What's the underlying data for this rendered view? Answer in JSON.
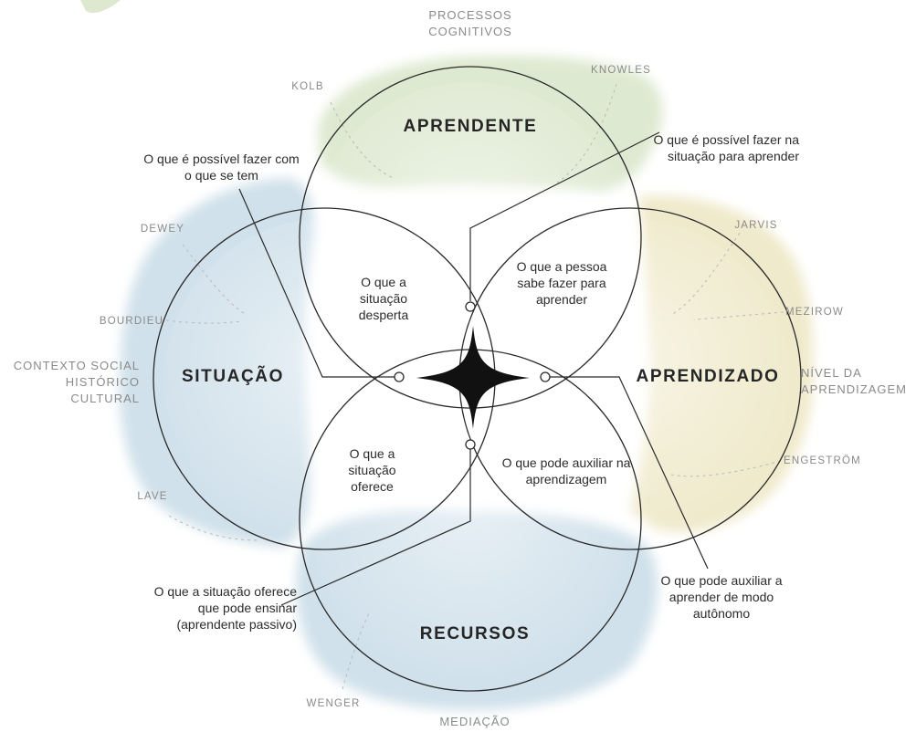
{
  "circles": {
    "top": "APRENDENTE",
    "left": "SITUAÇÃO",
    "right": "APRENDIZADO",
    "bottom": "RECURSOS"
  },
  "overlaps": {
    "top_left": "O que a situação desperta",
    "top_right": "O que a pessoa sabe fazer para aprender",
    "bottom_left": "O que a situação oferece",
    "bottom_right": "O que pode auxiliar na aprendizagem"
  },
  "callouts": {
    "upper_left": "O que é possível fazer com o que se tem",
    "upper_right": "O que é possível fazer na situação para aprender",
    "lower_left": "O que a situação oferece que pode ensinar (aprendente passivo)",
    "lower_right": "O que pode auxiliar a aprender de modo autônomo"
  },
  "categories": {
    "top": "PROCESSOS COGNITIVOS",
    "left": "CONTEXTO SOCIAL HISTÓRICO CULTURAL",
    "right": "NÍVEL DA APRENDIZAGEM",
    "bottom": "MEDIAÇÃO"
  },
  "theorists": {
    "kolb": "KOLB",
    "knowles": "KNOWLES",
    "dewey": "DEWEY",
    "bourdieu": "BOURDIEU",
    "jarvis": "JARVIS",
    "mezirow": "MEZIROW",
    "engestrom": "ENGESTRÖM",
    "lave": "LAVE",
    "wenger": "WENGER"
  },
  "colors": {
    "green_wash": "#dde8cf",
    "blue_wash": "#cfe0ea",
    "yellow_wash": "#efe9c9",
    "stroke": "#2a2a2a"
  }
}
